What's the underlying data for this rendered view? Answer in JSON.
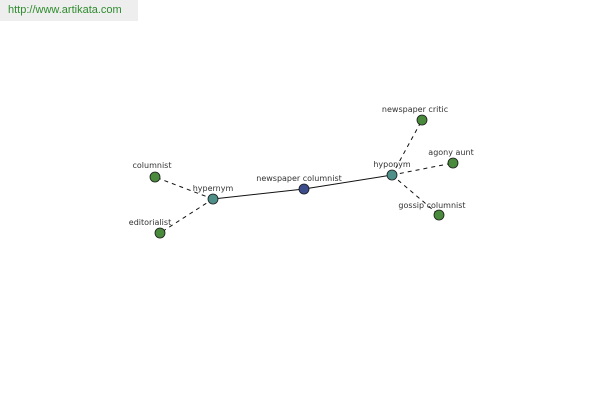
{
  "header": {
    "url_text": "http://www.artikata.com"
  },
  "colors": {
    "center": "#3d4d8c",
    "relation": "#4f8f8a",
    "leaf": "#4a8a3c",
    "edge": "#111111",
    "link": "#2e8b2e"
  },
  "graph": {
    "nodes": [
      {
        "id": "center",
        "label": "newspaper columnist",
        "kind": "center"
      },
      {
        "id": "hypernym",
        "label": "hypernym",
        "kind": "relation"
      },
      {
        "id": "hyponym",
        "label": "hyponym",
        "kind": "relation"
      },
      {
        "id": "columnist",
        "label": "columnist",
        "kind": "leaf"
      },
      {
        "id": "editorialist",
        "label": "editorialist",
        "kind": "leaf"
      },
      {
        "id": "newspaper-critic",
        "label": "newspaper critic",
        "kind": "leaf"
      },
      {
        "id": "agony-aunt",
        "label": "agony aunt",
        "kind": "leaf"
      },
      {
        "id": "gossip-columnist",
        "label": "gossip columnist",
        "kind": "leaf"
      }
    ],
    "edges": [
      {
        "from": "center",
        "to": "hypernym",
        "style": "solid"
      },
      {
        "from": "center",
        "to": "hyponym",
        "style": "solid"
      },
      {
        "from": "hypernym",
        "to": "columnist",
        "style": "dashed"
      },
      {
        "from": "hypernym",
        "to": "editorialist",
        "style": "dashed"
      },
      {
        "from": "hyponym",
        "to": "newspaper-critic",
        "style": "dashed"
      },
      {
        "from": "hyponym",
        "to": "agony-aunt",
        "style": "dashed"
      },
      {
        "from": "hyponym",
        "to": "gossip-columnist",
        "style": "dashed"
      }
    ]
  }
}
